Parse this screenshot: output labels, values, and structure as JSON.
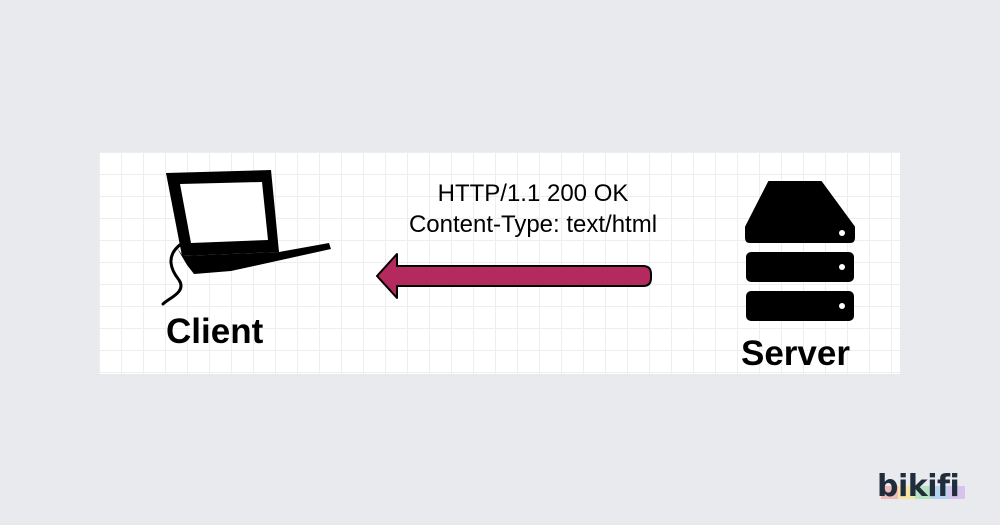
{
  "diagram": {
    "client": {
      "label": "Client",
      "icon": "laptop-icon"
    },
    "server": {
      "label": "Server",
      "icon": "server-icon"
    },
    "message": {
      "lines": [
        "HTTP/1.1 200 OK",
        "Content-Type: text/html"
      ],
      "direction": "server-to-client"
    },
    "colors": {
      "arrow": "#b52a5e",
      "icons": "#000000",
      "grid": "#eeeeee"
    }
  },
  "logo": {
    "text": "bikifi",
    "stripe_colors": [
      "#f2b9b9",
      "#f6e3a6",
      "#b8e2c2",
      "#b7d3f0",
      "#d8c2ee"
    ]
  }
}
